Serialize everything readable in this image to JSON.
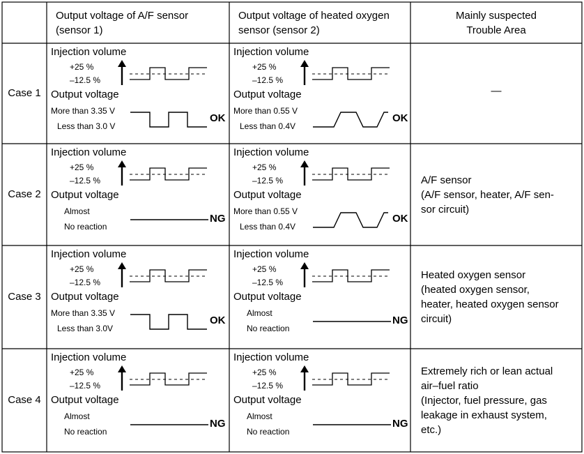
{
  "table": {
    "headers": {
      "col1_line1": "Output voltage of A/F sensor",
      "col1_line2": "(sensor 1)",
      "col2_line1": "Output voltage of heated oxygen",
      "col2_line2": "sensor (sensor 2)",
      "col3_line1": "Mainly suspected",
      "col3_line2": "Trouble Area"
    },
    "rows": [
      {
        "case": "Case 1",
        "s1": {
          "inj_title": "Injection volume",
          "plus": "+25 %",
          "minus": "–12.5 %",
          "out_title": "Output voltage",
          "high": "More than 3.35 V",
          "low": "Less than 3.0 V",
          "result": "OK"
        },
        "s2": {
          "inj_title": "Injection volume",
          "plus": "+25 %",
          "minus": "–12.5 %",
          "out_title": "Output voltage",
          "high": "More than 0.55 V",
          "low": "Less than 0.4V",
          "result": "OK"
        },
        "area": [
          "—"
        ]
      },
      {
        "case": "Case 2",
        "s1": {
          "inj_title": "Injection volume",
          "plus": "+25 %",
          "minus": "–12.5 %",
          "out_title": "Output voltage",
          "high": "Almost",
          "low": "No reaction",
          "result": "NG"
        },
        "s2": {
          "inj_title": "Injection volume",
          "plus": "+25 %",
          "minus": "–12.5 %",
          "out_title": "Output voltage",
          "high": "More than 0.55 V",
          "low": "Less than 0.4V",
          "result": "OK"
        },
        "area": [
          "A/F sensor",
          "(A/F sensor, heater, A/F sen-",
          "sor circuit)"
        ]
      },
      {
        "case": "Case 3",
        "s1": {
          "inj_title": "Injection volume",
          "plus": "+25 %",
          "minus": "–12.5 %",
          "out_title": "Output voltage",
          "high": "More than 3.35 V",
          "low": "Less than 3.0V",
          "result": "OK"
        },
        "s2": {
          "inj_title": "Injection volume",
          "plus": "+25 %",
          "minus": "–12.5 %",
          "out_title": "Output voltage",
          "high": "Almost",
          "low": "No reaction",
          "result": "NG"
        },
        "area": [
          "Heated oxygen sensor",
          "(heated oxygen sensor,",
          "heater, heated oxygen sensor",
          "circuit)"
        ]
      },
      {
        "case": "Case 4",
        "s1": {
          "inj_title": "Injection volume",
          "plus": "+25 %",
          "minus": "–12.5 %",
          "out_title": "Output voltage",
          "high": "Almost",
          "low": "No reaction",
          "result": "NG"
        },
        "s2": {
          "inj_title": "Injection volume",
          "plus": "+25 %",
          "minus": "–12.5 %",
          "out_title": "Output voltage",
          "high": "Almost",
          "low": "No reaction",
          "result": "NG"
        },
        "area": [
          "Extremely rich or lean actual",
          "air–fuel ratio",
          "(Injector, fuel pressure, gas",
          "leakage in exhaust system,",
          "etc.)"
        ]
      }
    ]
  }
}
